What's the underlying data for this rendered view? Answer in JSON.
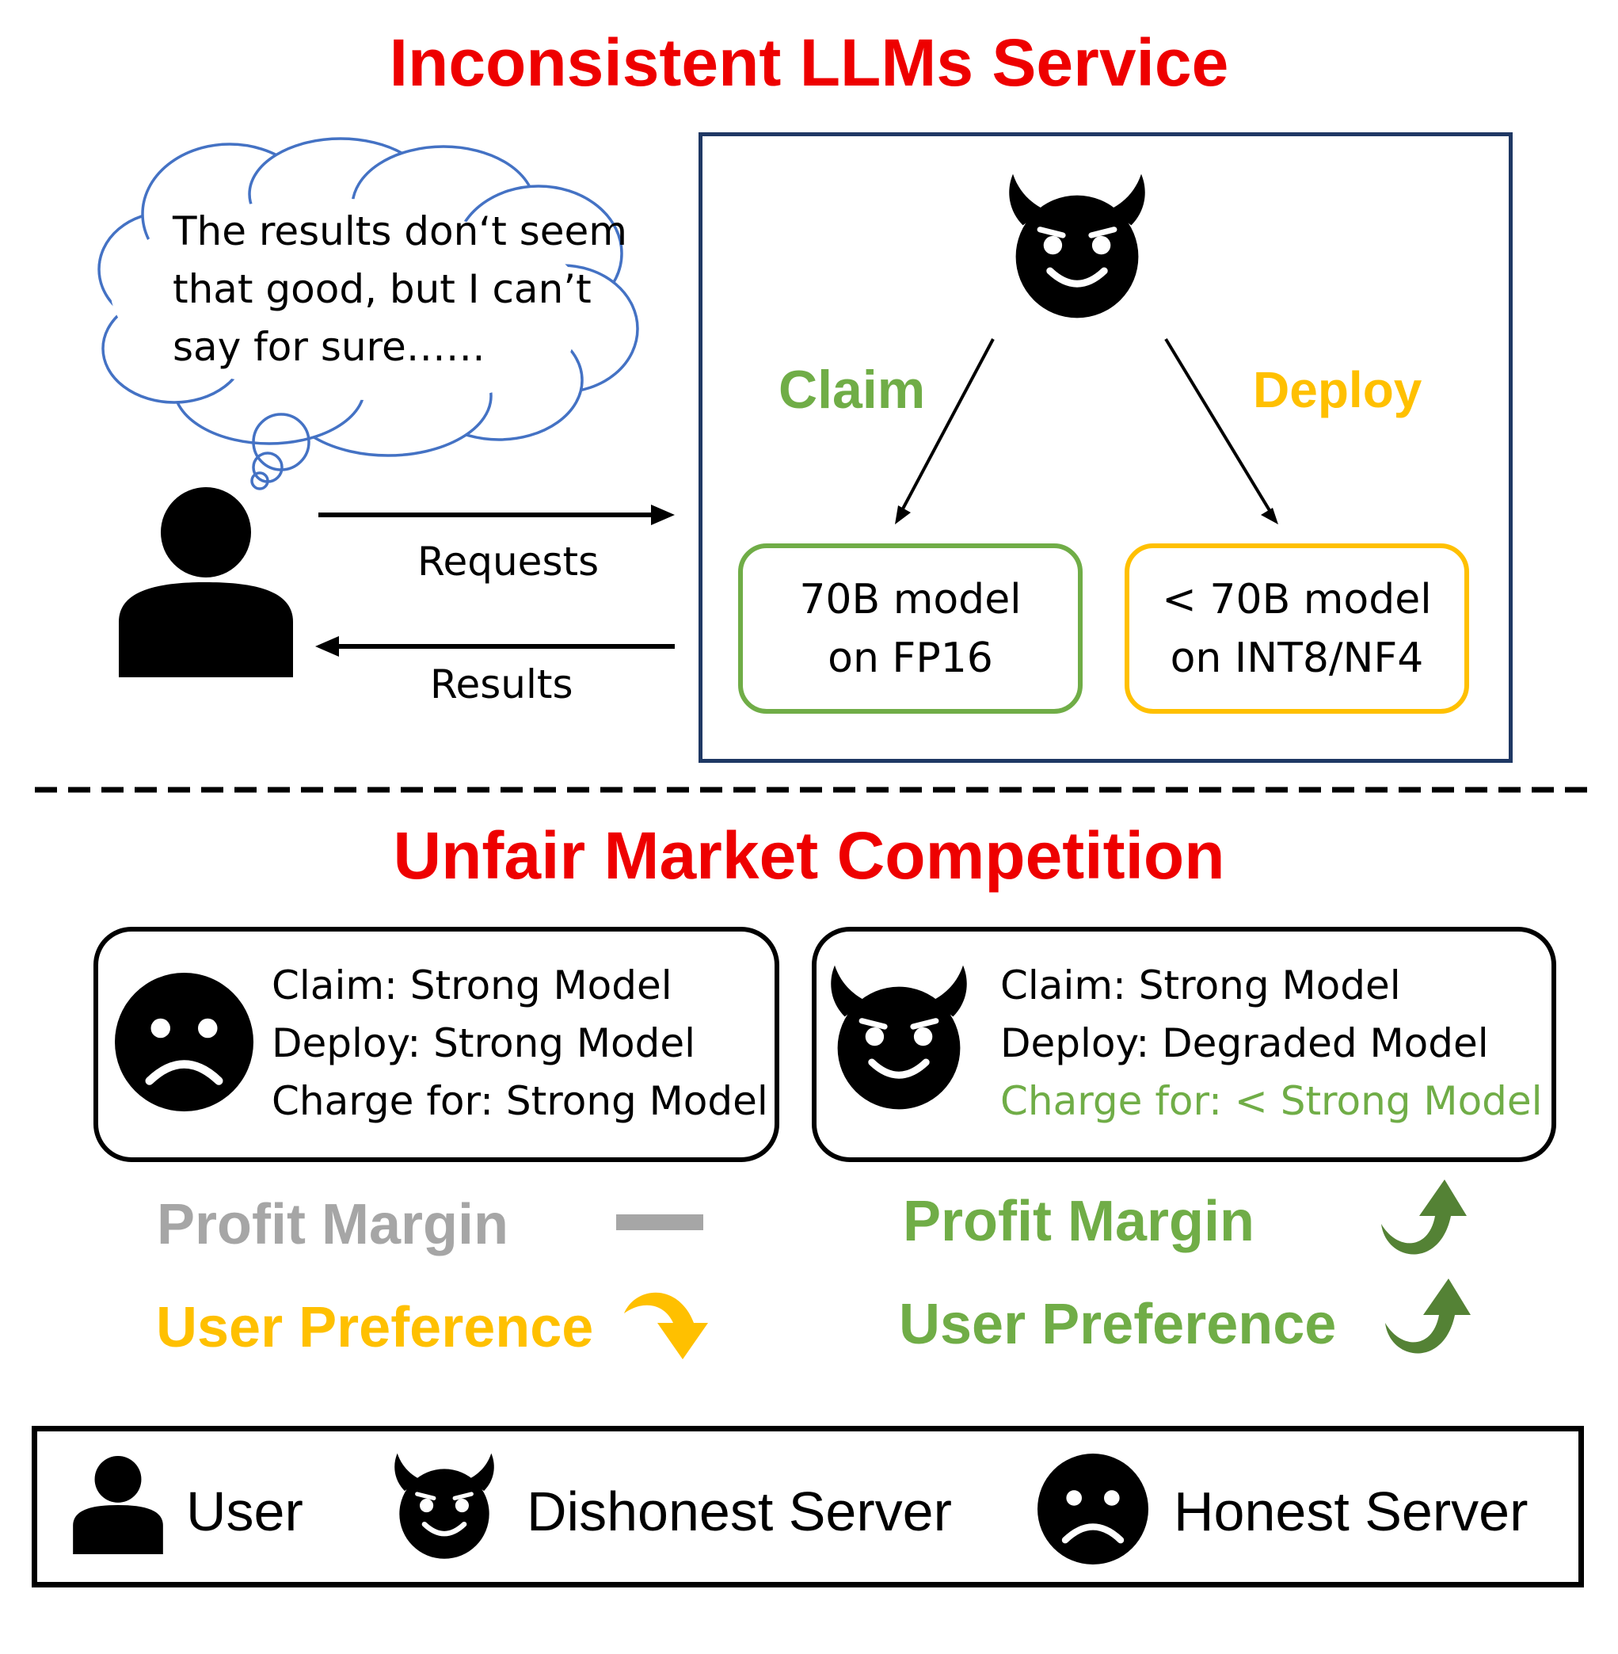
{
  "top_section": {
    "title": "Inconsistent LLMs Service",
    "thought_bubble": {
      "lines": [
        "The results don‘t seem",
        "that good, but I can’t",
        "say for sure……"
      ]
    },
    "requests_label": "Requests",
    "results_label": "Results",
    "claim_label": "Claim",
    "deploy_label": "Deploy",
    "claimed_model": {
      "line1": "70B model",
      "line2": "on FP16"
    },
    "deployed_model": {
      "line1": "< 70B model",
      "line2": "on INT8/NF4"
    }
  },
  "bottom_section": {
    "title": "Unfair Market Competition",
    "honest_card": {
      "claim": "Claim: Strong Model",
      "deploy": "Deploy:  Strong Model",
      "charge": "Charge for: Strong Model"
    },
    "dishonest_card": {
      "claim": "Claim: Strong Model",
      "deploy": "Deploy: Degraded Model",
      "charge": "Charge for: < Strong Model"
    },
    "honest_profit_label": "Profit Margin",
    "honest_preference_label": "User Preference",
    "dishonest_profit_label": "Profit Margin",
    "dishonest_preference_label": "User Preference"
  },
  "legend": {
    "user": "User",
    "dishonest_server": "Dishonest Server",
    "honest_server": "Honest Server"
  },
  "colors": {
    "title_red": "#ee0000",
    "claim_green": "#70ad47",
    "deploy_yellow": "#ffc000",
    "neutral_gray": "#a6a6a6",
    "arrow_green": "#548235",
    "bubble_blue": "#4472c4",
    "frame_navy": "#1f3864"
  },
  "icons": [
    "user-icon",
    "devil-face-icon",
    "frowning-face-icon",
    "flat-dash-icon",
    "down-curved-arrow-icon",
    "up-curved-arrow-icon"
  ]
}
